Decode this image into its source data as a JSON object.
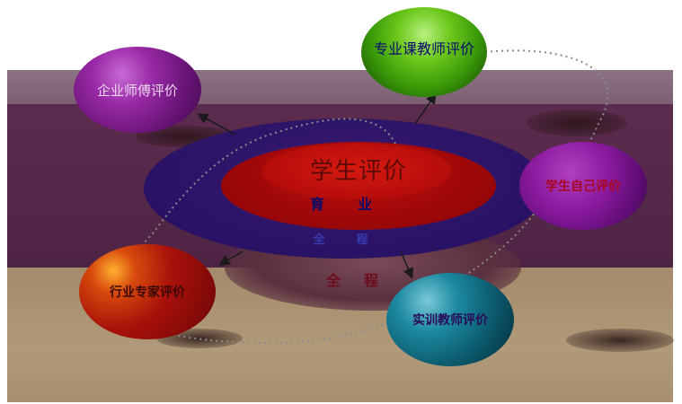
{
  "diagram": {
    "center": {
      "title": "学生评价",
      "words": [
        "育",
        "业",
        "全",
        "程",
        "全",
        "程"
      ]
    },
    "spheres": {
      "enterprise": "企业师傅评价",
      "teacher": "专业课教师评价",
      "self": "学生自己评价",
      "expert": "行业专家评价",
      "training": "实训教师评价"
    }
  },
  "colors": {
    "band_top": "#8c7384",
    "band_mid": "#5c2c4e",
    "floor": "#b09a7a",
    "bowl_outer": "#2c1468",
    "bowl_inner": "#a00808",
    "enterprise": "#9a2aa6",
    "teacher": "#6cc81c",
    "self": "#8c1aa0",
    "expert": "#a8100a",
    "training": "#1c8aa0"
  }
}
